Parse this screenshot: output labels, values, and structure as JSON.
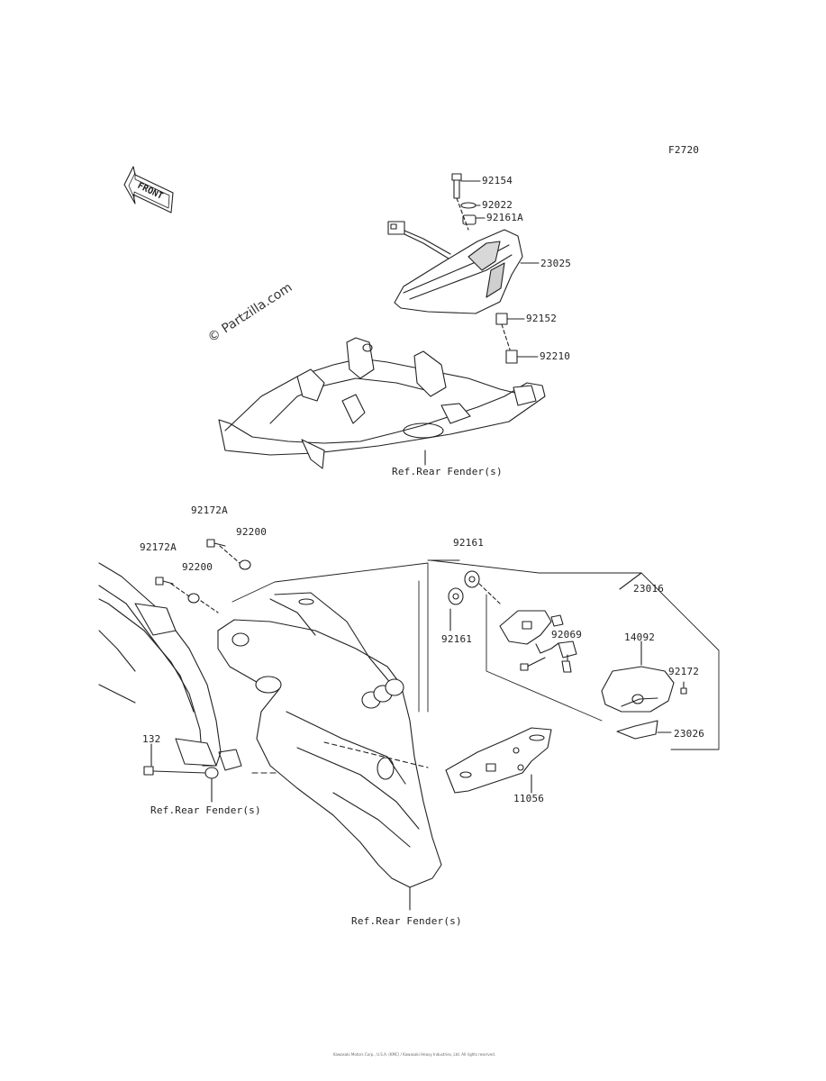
{
  "diagram": {
    "figure_code": "F2720",
    "front_arrow_label": "FRONT",
    "watermark": "© Partzilla.com",
    "copyright": "Kawasaki Motors Corp., U.S.A. (KMC) / Kawasaki Heavy Industries, Ltd. All rights reserved.",
    "upper": {
      "p92154": "92154",
      "p92022": "92022",
      "p92161A": "92161A",
      "p23025": "23025",
      "p92152": "92152",
      "p92210": "92210",
      "ref_rear_fender": "Ref.Rear Fender(s)"
    },
    "lower": {
      "p92172A_a": "92172A",
      "p92200_a": "92200",
      "p92172A_b": "92172A",
      "p92200_b": "92200",
      "p92161_a": "92161",
      "p92161_b": "92161",
      "p23016": "23016",
      "p92069": "92069",
      "p14092": "14092",
      "p92172": "92172",
      "p23026": "23026",
      "p11056": "11056",
      "p132": "132",
      "ref_rear_fender_left": "Ref.Rear Fender(s)",
      "ref_rear_fender_bottom": "Ref.Rear Fender(s)"
    }
  }
}
